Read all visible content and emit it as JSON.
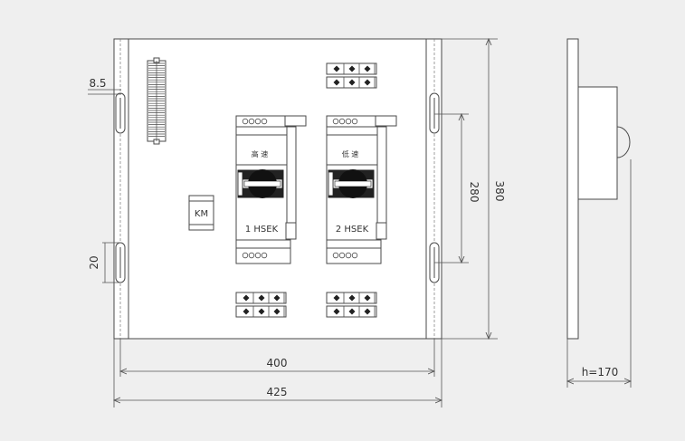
{
  "dimensions": {
    "bolt_spacing": "8.5",
    "slot_height": "20",
    "inner_width": "400",
    "overall_width": "425",
    "slot_pitch": "280",
    "height": "380",
    "depth": "h=170"
  },
  "components": {
    "contactor": "KM",
    "switch1": {
      "speed_label": "高 速",
      "name": "1 HSEK"
    },
    "switch2": {
      "speed_label": "低 速",
      "name": "2 HSEK"
    }
  },
  "colors": {
    "background": "#efefef",
    "line": "#4a4a4a",
    "knob": "#111111"
  }
}
